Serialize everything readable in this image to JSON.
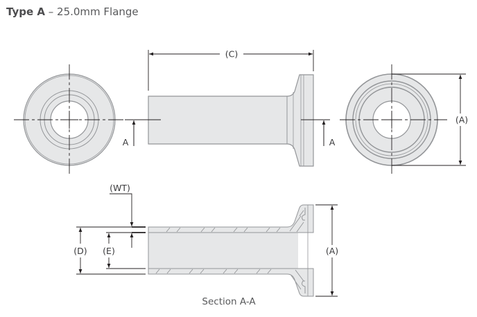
{
  "title": {
    "type_label": "Type A",
    "separator": " – ",
    "description": "25.0mm Flange"
  },
  "dimensions": {
    "A": "(A)",
    "C": "(C)",
    "D": "(D)",
    "E": "(E)",
    "WT": "(WT)"
  },
  "section_markers": {
    "left": "A",
    "right": "A"
  },
  "section_caption": "Section A-A",
  "colors": {
    "part_fill": "#e6e7e8",
    "part_stroke": "#939598",
    "line": "#231f20",
    "text": "#3a3a3c"
  }
}
